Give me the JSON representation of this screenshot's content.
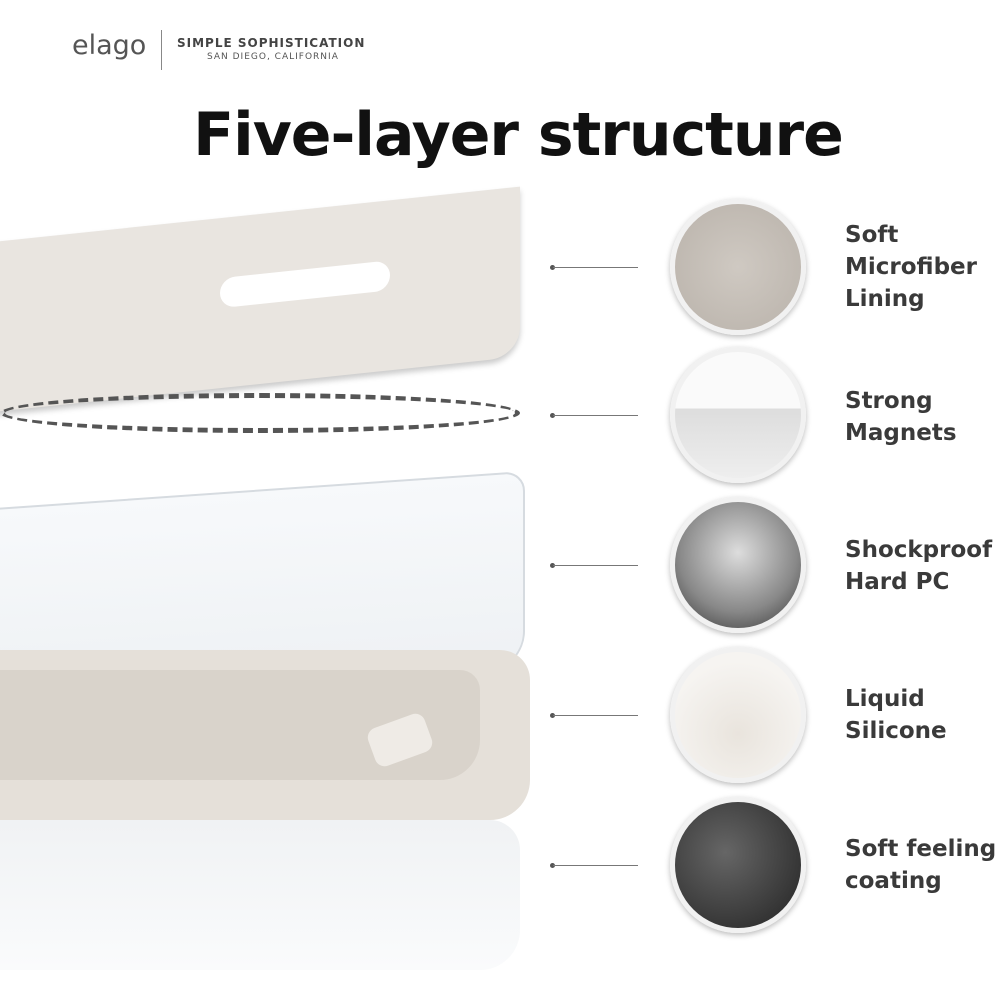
{
  "brand": {
    "logo": "elago",
    "tagline": "SIMPLE SOPHISTICATION",
    "location": "SAN DIEGO, CALIFORNIA"
  },
  "title": "Five-layer structure",
  "layers": [
    {
      "line1": "Soft",
      "line2": "Microfiber",
      "line3": "Lining",
      "icon": "microfiber-texture"
    },
    {
      "line1": "Strong",
      "line2": "Magnets",
      "line3": "",
      "icon": "magnets"
    },
    {
      "line1": "Shockproof",
      "line2": "Hard PC",
      "line3": "",
      "icon": "pc-pellets"
    },
    {
      "line1": "Liquid",
      "line2": "Silicone",
      "line3": "",
      "icon": "silicone-swirl"
    },
    {
      "line1": "Soft feeling",
      "line2": "coating",
      "line3": "",
      "icon": "spray-gun"
    }
  ]
}
